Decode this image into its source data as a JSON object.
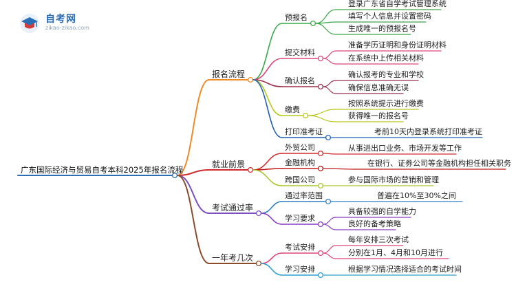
{
  "logo": {
    "name": "自考网",
    "domain": "zikao-zikao.com",
    "icon": "graduation-cap-icon",
    "brand_color": "#2b6db3"
  },
  "root": {
    "label": "广东国际经济与贸易自考本科2025年报名流程"
  },
  "branches": [
    {
      "label": "报名流程",
      "color": "#f08a24",
      "children": [
        {
          "label": "预报名",
          "color": "#3aa84b",
          "leaves": [
            "登录广东省自学考试管理系统",
            "填写个人信息并设置密码",
            "生成唯一的预报名号"
          ]
        },
        {
          "label": "提交材料",
          "color": "#e0457b",
          "leaves": [
            "准备学历证明和身份证明材料",
            "在系统中上传相关材料"
          ]
        },
        {
          "label": "确认报名",
          "color": "#9b2e4c",
          "leaves": [
            "确认报考的专业和学校",
            "确保信息准确无误"
          ]
        },
        {
          "label": "缴费",
          "color": "#b6c81a",
          "leaves": [
            "按照系统提示进行缴费",
            "获得唯一的报名号"
          ]
        },
        {
          "label": "打印准考证",
          "color": "#1f5fb5",
          "leaves": [
            "考前10天内登录系统打印准考证"
          ]
        }
      ]
    },
    {
      "label": "就业前景",
      "color": "#d22a2a",
      "children": [
        {
          "label": "外贸公司",
          "color": "#d22a2a",
          "leaves": [
            "从事进出口业务、市场开发等工作"
          ]
        },
        {
          "label": "金融机构",
          "color": "#c01818",
          "leaves": [
            "在银行、证券公司等金融机构担任相关职务"
          ]
        },
        {
          "label": "跨国公司",
          "color": "#a8c82a",
          "leaves": [
            "参与国际市场的营销和管理"
          ]
        }
      ]
    },
    {
      "label": "考试通过率",
      "color": "#7a4fc0",
      "children": [
        {
          "label": "通过率范围",
          "color": "#2d7fc4",
          "leaves": [
            "普遍在10%至30%之间"
          ]
        },
        {
          "label": "学习要求",
          "color": "#8a3cc4",
          "leaves": [
            "具备较强的自学能力",
            "良好的备考策略"
          ]
        }
      ]
    },
    {
      "label": "一年考几次",
      "color": "#8a4b2a",
      "children": [
        {
          "label": "考试安排",
          "color": "#e0457b",
          "leaves": [
            "每年安排三次考试",
            "分别在1月、4月和10月进行"
          ]
        },
        {
          "label": "学习安排",
          "color": "#2d9fd0",
          "leaves": [
            "根据学习情况选择适合的考试时间"
          ]
        }
      ]
    }
  ]
}
